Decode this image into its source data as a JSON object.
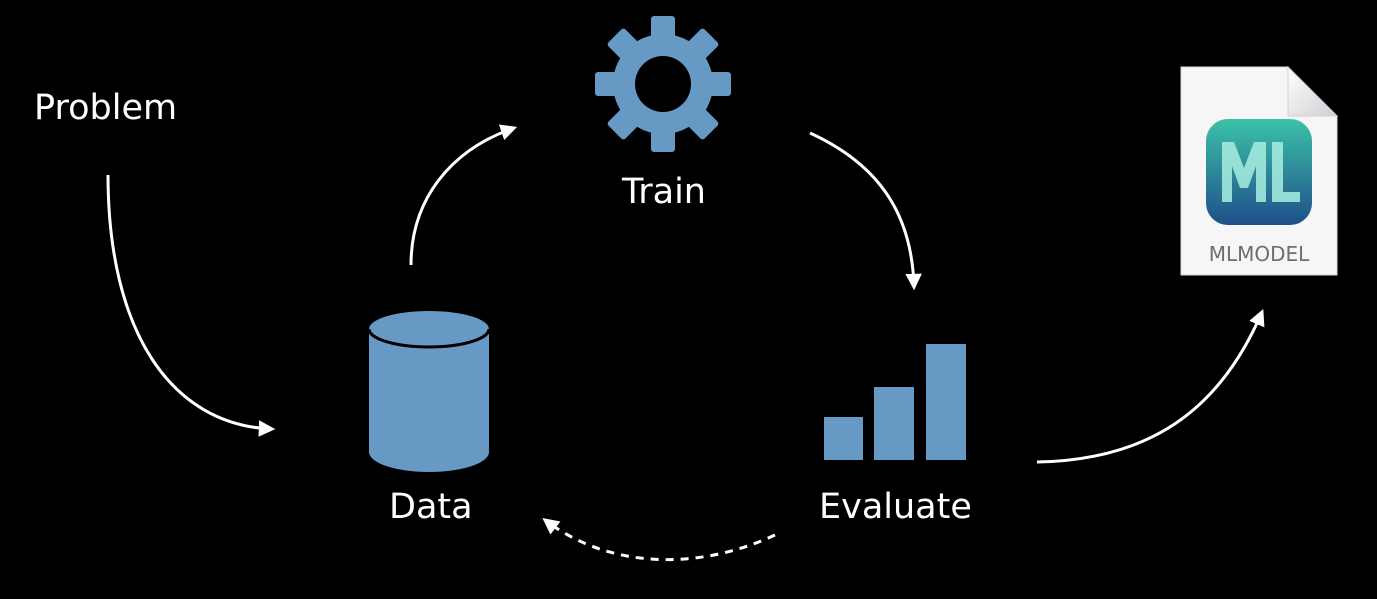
{
  "nodes": {
    "problem": "Problem",
    "train": "Train",
    "data": "Data",
    "evaluate": "Evaluate"
  },
  "file_icon": {
    "label": "MLMODEL",
    "badge_letters": "ML"
  },
  "icons": [
    "gear-icon",
    "database-icon",
    "bar-chart-icon",
    "mlmodel-file-icon"
  ],
  "colors": {
    "background": "#000000",
    "icon_fill": "#6699c4",
    "text": "#ffffff",
    "badge_gradient_top": "#3cc2a8",
    "badge_gradient_bottom": "#1e4e8a"
  }
}
